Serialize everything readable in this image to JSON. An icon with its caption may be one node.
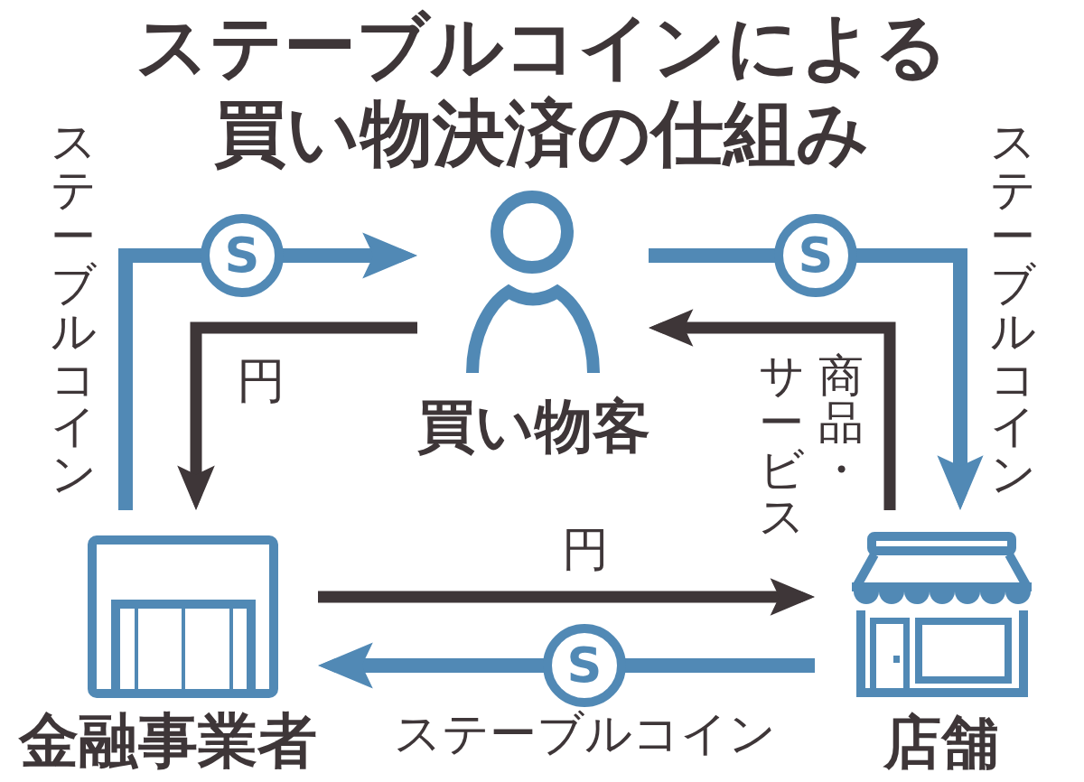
{
  "diagram": {
    "title": "ステーブルコインによる買い物決済の仕組み",
    "nodes": [
      {
        "text": [
          "買い物客"
        ]
      },
      {
        "text": [
          "金融事業者"
        ]
      },
      {
        "text": [
          "店舗"
        ]
      }
    ],
    "edges": [
      {
        "from": 1,
        "to": 0,
        "arrow": "to",
        "label": "ステーブルコイン",
        "color": "#5189b5"
      },
      {
        "from": 0,
        "to": 1,
        "arrow": "to",
        "label": "円",
        "color": "#3e3638"
      },
      {
        "from": 0,
        "to": 2,
        "arrow": "to",
        "label": "ステーブルコイン",
        "color": "#5189b5"
      },
      {
        "from": 2,
        "to": 0,
        "arrow": "to",
        "label": "商品・サービス",
        "color": "#3e3638"
      },
      {
        "from": 1,
        "to": 2,
        "arrow": "to",
        "label": "円",
        "color": "#3e3638"
      },
      {
        "from": 2,
        "to": 1,
        "arrow": "to",
        "label": "ステーブルコイン",
        "color": "#5189b5"
      }
    ],
    "labels": [
      "S",
      "S",
      "S"
    ]
  }
}
